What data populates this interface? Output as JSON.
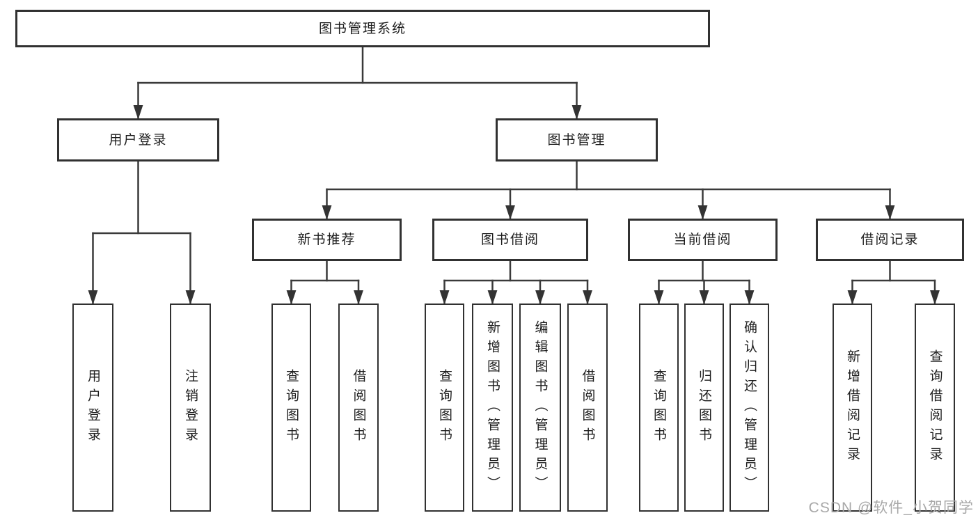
{
  "diagram": {
    "type": "hierarchy-tree",
    "root": {
      "label": "图书管理系统",
      "children": [
        {
          "label": "用户登录",
          "children": [
            {
              "label": "用户登录"
            },
            {
              "label": "注销登录"
            }
          ]
        },
        {
          "label": "图书管理",
          "children": [
            {
              "label": "新书推荐",
              "children": [
                {
                  "label": "查询图书"
                },
                {
                  "label": "借阅图书"
                }
              ]
            },
            {
              "label": "图书借阅",
              "children": [
                {
                  "label": "查询图书"
                },
                {
                  "label": "新增图书（管理员）"
                },
                {
                  "label": "编辑图书（管理员）"
                },
                {
                  "label": "借阅图书"
                }
              ]
            },
            {
              "label": "当前借阅",
              "children": [
                {
                  "label": "查询图书"
                },
                {
                  "label": "归还图书"
                },
                {
                  "label": "确认归还（管理员）"
                }
              ]
            },
            {
              "label": "借阅记录",
              "children": [
                {
                  "label": "新增借阅记录"
                },
                {
                  "label": "查询借阅记录"
                }
              ]
            }
          ]
        }
      ]
    }
  },
  "watermark": {
    "text": "CSDN @软件_小贺同学"
  },
  "colors": {
    "line": "#3a3a3a",
    "box_border": "#313131",
    "box_fill": "#ffffff",
    "text": "#1c1c1c",
    "watermark": "#a8a8a8"
  }
}
